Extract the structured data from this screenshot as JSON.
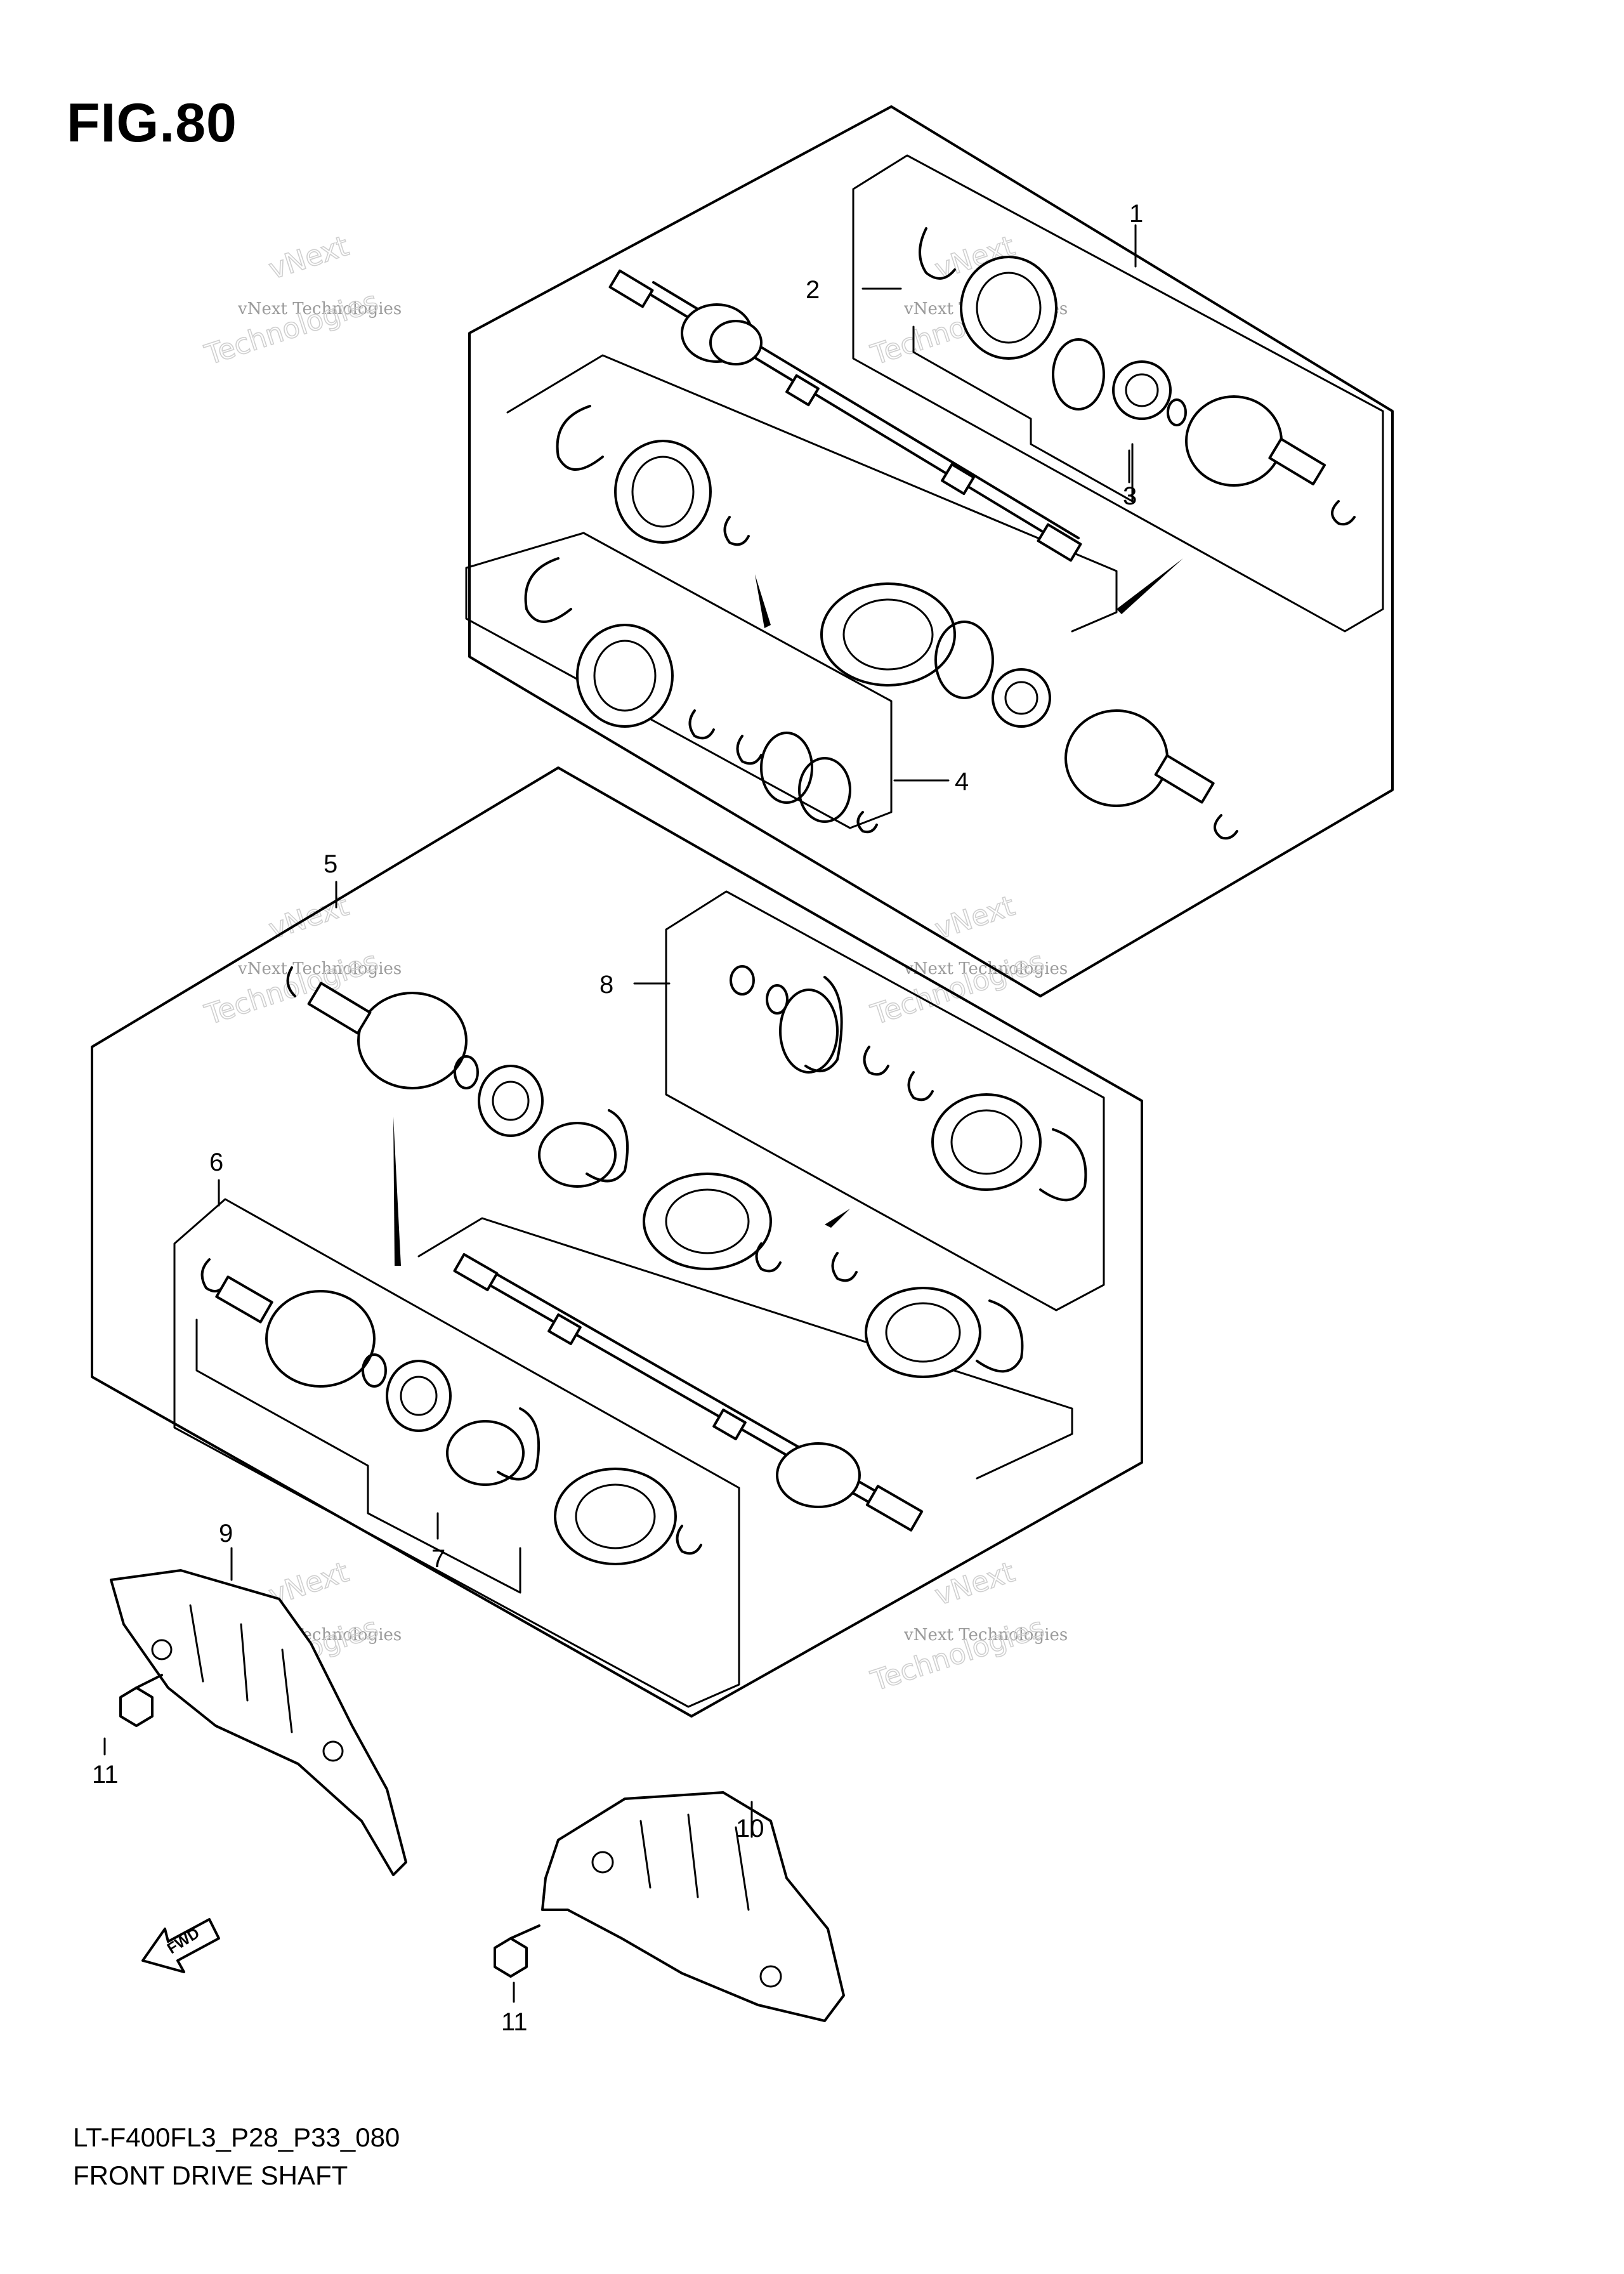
{
  "figure": {
    "title": "FIG.80",
    "model_code": "LT-F400FL3_P28_P33_080",
    "caption": "FRONT DRIVE SHAFT"
  },
  "callouts": [
    "1",
    "2",
    "3",
    "4",
    "5",
    "6",
    "7",
    "8",
    "9",
    "10",
    "11",
    "11"
  ],
  "direction_marker": {
    "label": "FWD",
    "icon": "arrow-left-down-icon"
  },
  "watermark": {
    "line1": "vNext Technologies",
    "line2": "vNext Technologies",
    "line3": "vNext",
    "line4": "Technologies"
  }
}
